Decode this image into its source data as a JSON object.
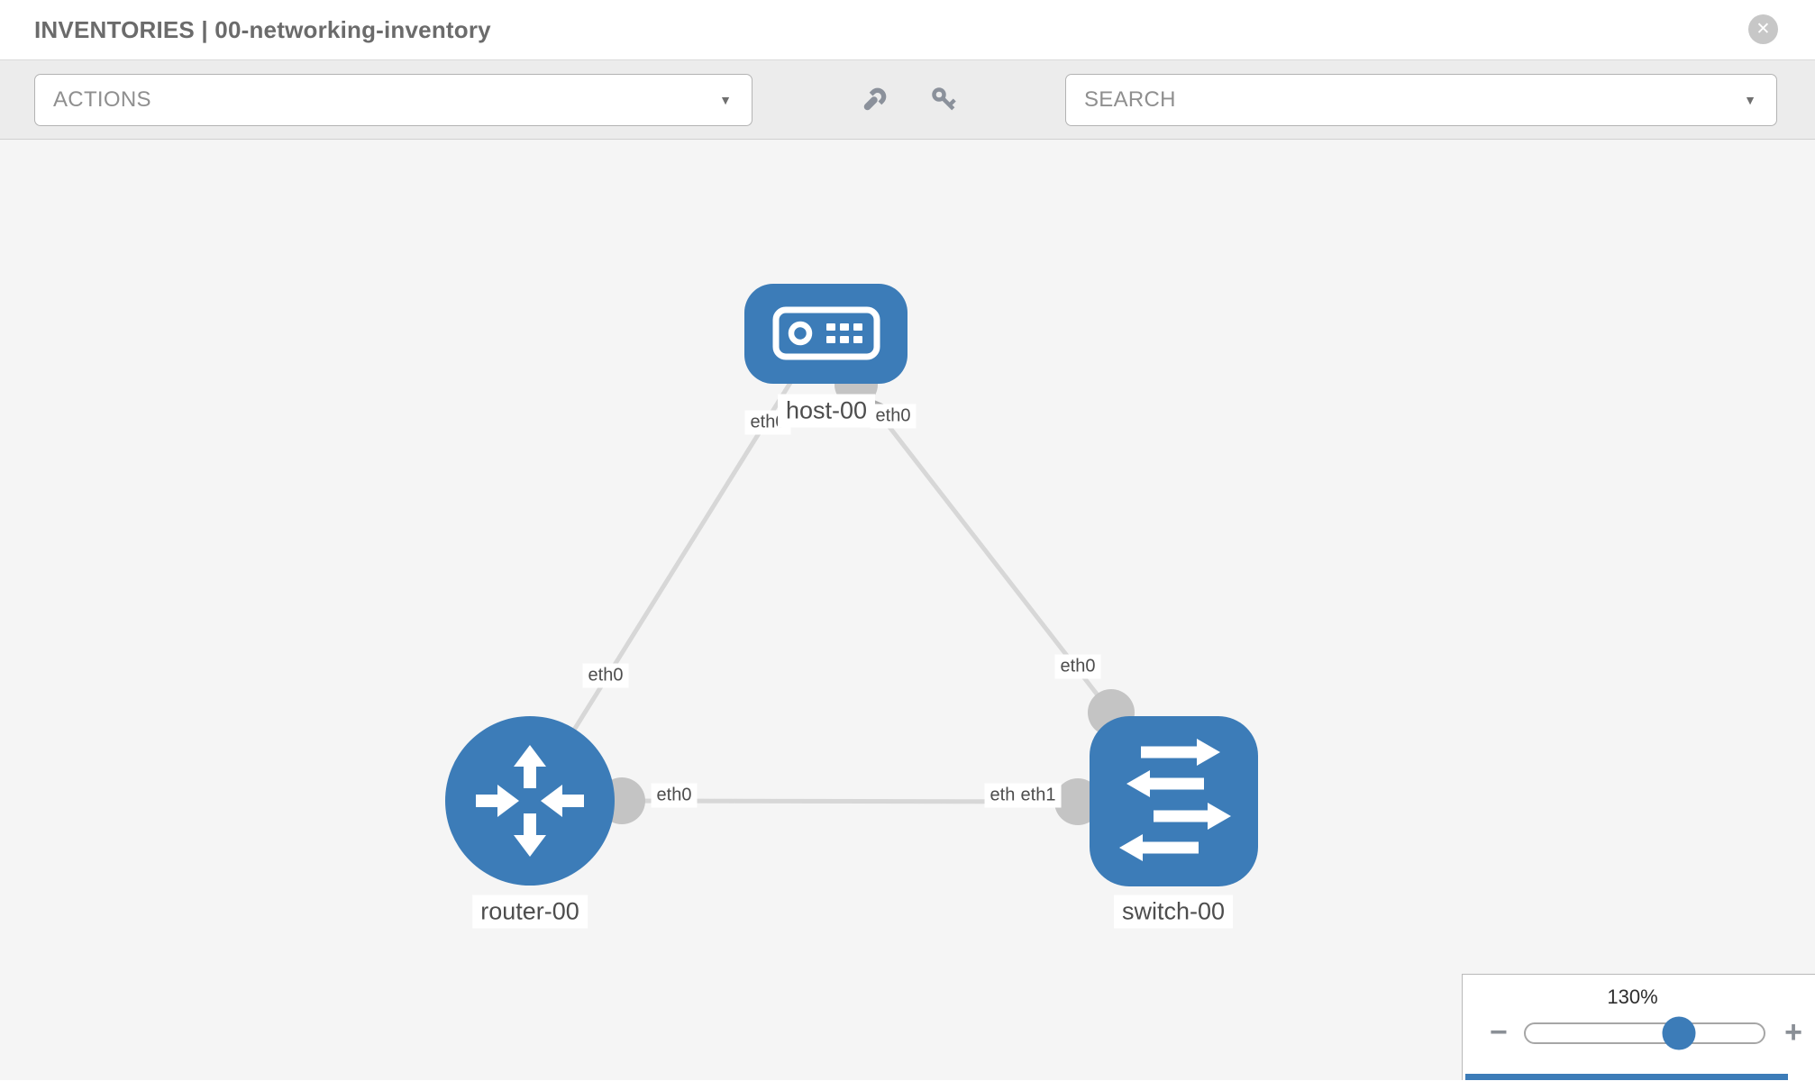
{
  "header": {
    "title": "INVENTORIES | 00-networking-inventory",
    "close_glyph": "✕"
  },
  "toolbar": {
    "actions_label": "ACTIONS",
    "search_placeholder": "SEARCH",
    "caret_glyph": "▼",
    "icons": [
      "wrench-icon",
      "key-icon"
    ]
  },
  "graph": {
    "nodes": [
      {
        "id": "host-00",
        "label": "host-00",
        "type": "host"
      },
      {
        "id": "router-00",
        "label": "router-00",
        "type": "router"
      },
      {
        "id": "switch-00",
        "label": "switch-00",
        "type": "switch"
      }
    ],
    "links": [
      {
        "from": "router-00",
        "to": "host-00",
        "from_interface": "eth0",
        "to_interface": "eth0"
      },
      {
        "from": "host-00",
        "to": "switch-00",
        "from_interface": "eth0",
        "to_interface": "eth0"
      },
      {
        "from": "router-00",
        "to": "switch-00",
        "from_interface": "eth0",
        "to_interface": "eth1"
      }
    ],
    "interfaces": {
      "host_left": "eth0",
      "host_right": "eth0",
      "router_host_mid": "eth0",
      "switch_top": "eth0",
      "router_right": "eth0",
      "switch_left_under": "eth0",
      "switch_left": "eth1"
    }
  },
  "zoom_control": {
    "level": "130%",
    "decrease_glyph": "−",
    "increase_glyph": "+"
  },
  "colors": {
    "node_blue": "#3c7cb8",
    "link_gray": "#d7d7d7",
    "connector_gray": "#c4c4c4",
    "icon_gray": "#8b919b"
  }
}
